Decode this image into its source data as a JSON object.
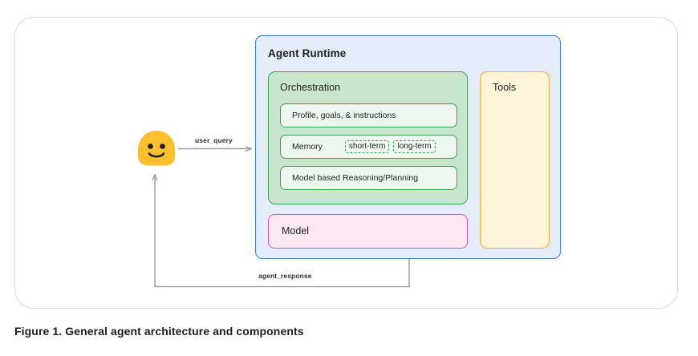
{
  "figure": {
    "caption": "Figure 1. General agent architecture and components"
  },
  "diagram": {
    "actor": {
      "icon": "user-avatar-smiley-icon"
    },
    "edges": [
      {
        "name": "user_query",
        "label": "user_query",
        "from": "user",
        "to": "agent-runtime"
      },
      {
        "name": "agent_response",
        "label": "agent_response",
        "from": "agent-runtime",
        "to": "user"
      }
    ],
    "agent_runtime": {
      "title": "Agent Runtime",
      "color": "#3b7ddd",
      "fill": "#e5edfb",
      "orchestration": {
        "title": "Orchestration",
        "color": "#3f9e54",
        "fill": "#c8e6cd",
        "rows": [
          {
            "label": "Profile, goals, & instructions",
            "chips": []
          },
          {
            "label": "Memory",
            "chips": [
              "short-term",
              "long-term"
            ]
          },
          {
            "label": "Model based Reasoning/Planning",
            "chips": []
          }
        ]
      },
      "model": {
        "title": "Model",
        "color": "#e8539e",
        "fill": "#fce8f3"
      },
      "tools": {
        "title": "Tools",
        "color": "#efad3a",
        "fill": "#fdf4d9"
      }
    }
  }
}
